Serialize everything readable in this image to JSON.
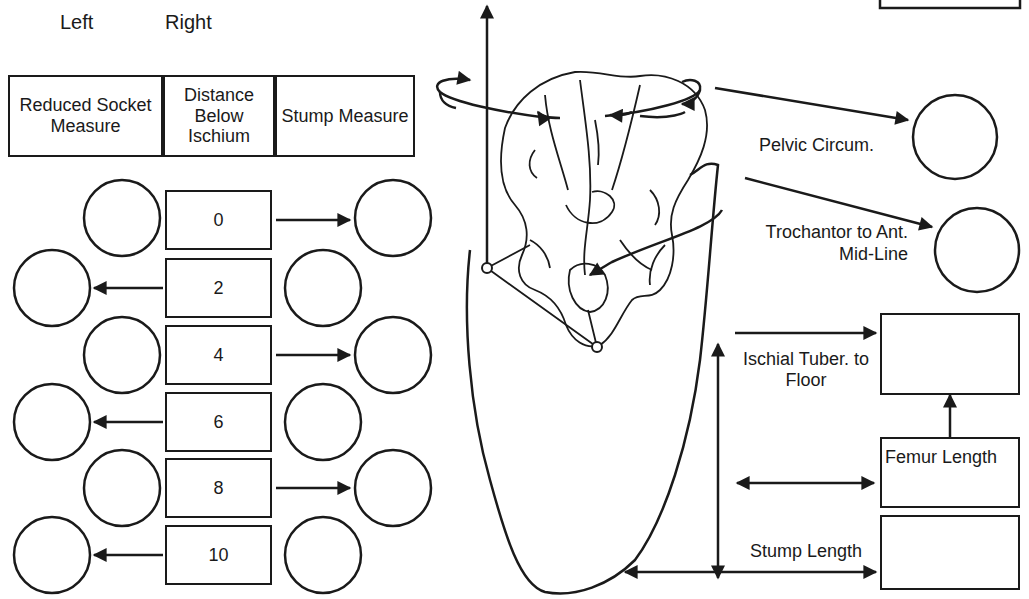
{
  "diagram": {
    "nodes": [
      {
        "text": [
          "Reduced Socket Measure"
        ]
      },
      {
        "text": [
          "Distance Below Ischium"
        ]
      },
      {
        "text": [
          "Stump Measure"
        ]
      },
      {
        "text": [
          "0"
        ]
      },
      {
        "text": [
          "2"
        ]
      },
      {
        "text": [
          "4"
        ]
      },
      {
        "text": [
          "6"
        ]
      },
      {
        "text": [
          "8"
        ]
      },
      {
        "text": [
          "10"
        ]
      },
      {
        "text": [
          "Ischial Tuber. to Floor"
        ]
      },
      {
        "text": [
          "Femur Length"
        ]
      },
      {
        "text": [
          "Stump Length"
        ]
      }
    ],
    "edges": [
      {
        "from": 10,
        "to": 9,
        "arrow": "to"
      }
    ],
    "labels": [
      "Left",
      "Right",
      "Pelvic Circum.",
      "Trochantor to Ant. Mid-Line"
    ]
  }
}
